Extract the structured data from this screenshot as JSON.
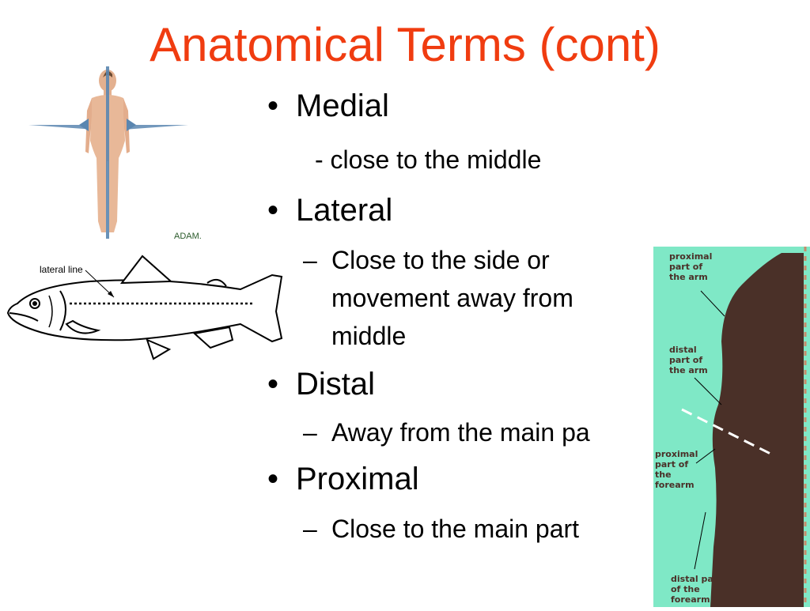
{
  "slide": {
    "title": "Anatomical Terms (cont)",
    "terms": [
      {
        "term": "Medial",
        "definition": "- close to the middle"
      },
      {
        "term": "Lateral",
        "dash": "–",
        "definition": "Close to the side or movement away from middle"
      },
      {
        "term": "Distal",
        "dash": "–",
        "definition": "Away from the main pa"
      },
      {
        "term": "Proximal",
        "dash": "–",
        "definition": "Close to the main part"
      }
    ],
    "bullet_char": "•"
  },
  "figures": {
    "human": {
      "credit": "ADAM."
    },
    "fish": {
      "label": "lateral line"
    },
    "arm": {
      "labels": [
        [
          "proximal",
          "part of",
          "the arm"
        ],
        [
          "distal",
          "part of",
          "the arm"
        ],
        [
          "proximal",
          "part of",
          "the",
          "forearm"
        ],
        [
          "distal part",
          "of the",
          "forearm"
        ]
      ]
    }
  },
  "colors": {
    "title": "#f03c10",
    "text": "#000000",
    "arm_background": "#7fe8c6",
    "arm_silhouette": "#4a3028",
    "skin": "#e8b898",
    "plane": "#5a86b0"
  }
}
